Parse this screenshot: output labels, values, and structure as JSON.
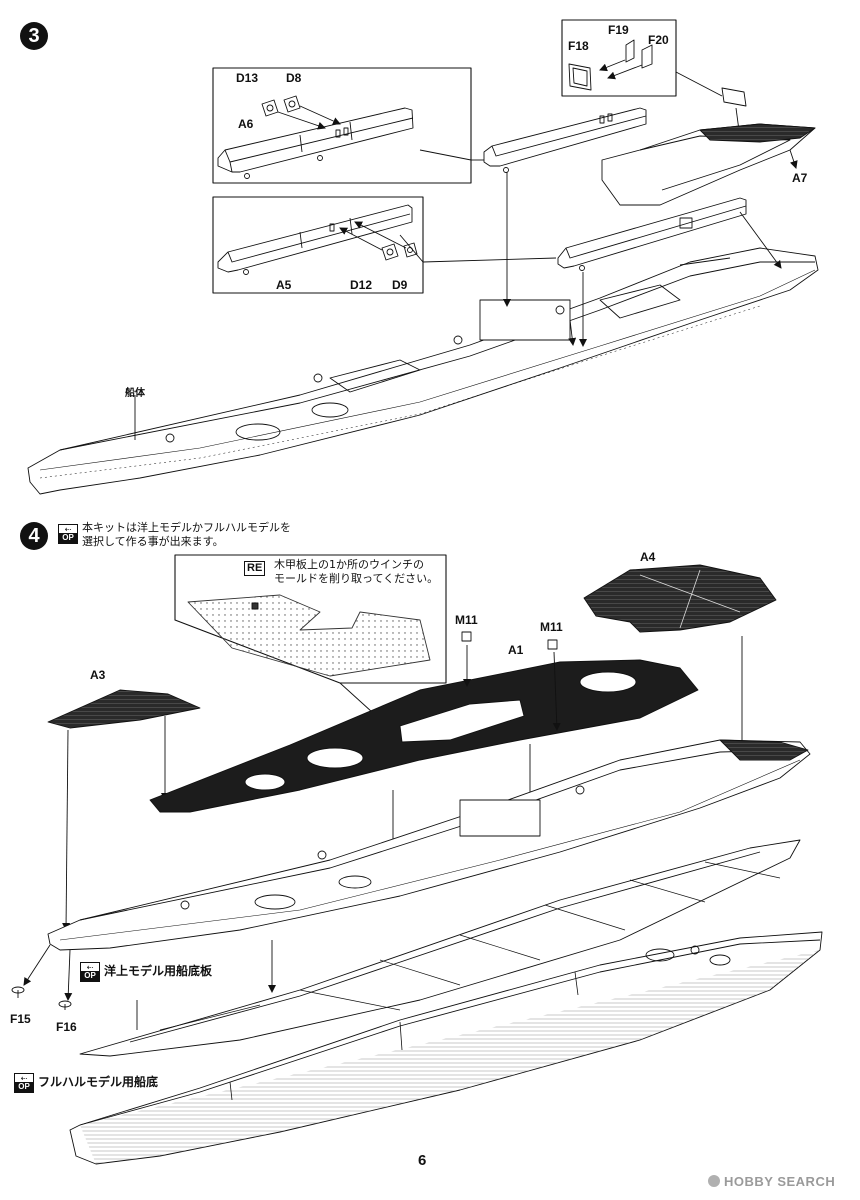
{
  "page_number": "6",
  "watermark": "HOBBY SEARCH",
  "steps": [
    {
      "number": "3",
      "labels": {
        "d13": "D13",
        "d8": "D8",
        "a6": "A6",
        "a5": "A5",
        "d12": "D12",
        "d9": "D9",
        "f18": "F18",
        "f19": "F19",
        "f20": "F20",
        "a7": "A7",
        "hull": "船体"
      }
    },
    {
      "number": "4",
      "option_badge": {
        "top": "⇠",
        "bottom": "OP"
      },
      "note_lines": [
        "本キットは洋上モデルかフルハルモデルを",
        "選択して作る事が出来ます。"
      ],
      "re_note": {
        "badge": "RE",
        "lines": [
          "木甲板上の1か所のウインチの",
          "モールドを削り取ってください。"
        ]
      },
      "labels": {
        "a3": "A3",
        "a1": "A1",
        "a4": "A4",
        "m11_left": "M11",
        "m11_right": "M11",
        "f15": "F15",
        "f16": "F16"
      },
      "waterline_label": "洋上モデル用船底板",
      "fullhull_label": "フルハルモデル用船底"
    }
  ]
}
